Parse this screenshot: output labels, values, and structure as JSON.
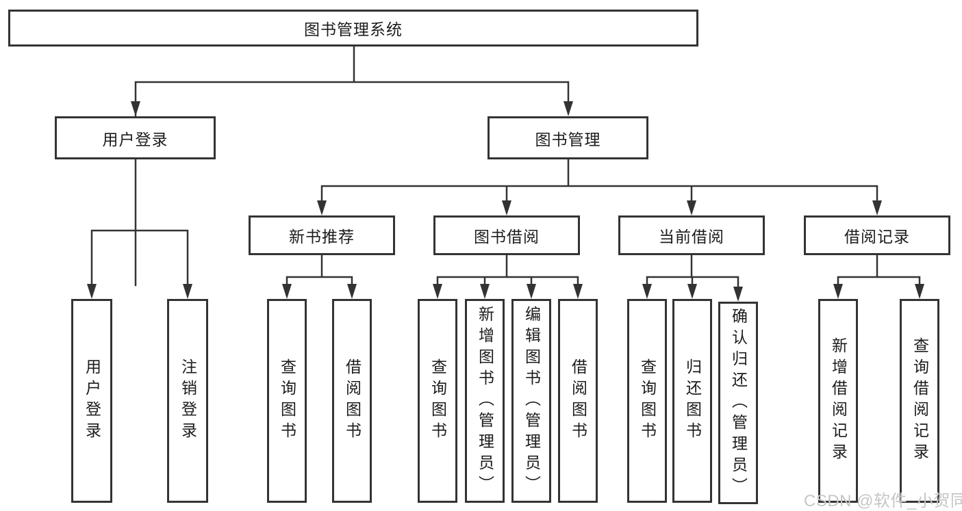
{
  "tree": {
    "root": {
      "label": "图书管理系统"
    },
    "branches": [
      {
        "label": "用户登录",
        "leaves": [
          {
            "label": "用户登录"
          },
          {
            "label": "注销登录"
          }
        ]
      },
      {
        "label": "图书管理",
        "groups": [
          {
            "label": "新书推荐",
            "leaves": [
              {
                "label": "查询图书"
              },
              {
                "label": "借阅图书"
              }
            ]
          },
          {
            "label": "图书借阅",
            "leaves": [
              {
                "label": "查询图书"
              },
              {
                "label": "新增图书（管理员）"
              },
              {
                "label": "编辑图书（管理员）"
              },
              {
                "label": "借阅图书"
              }
            ]
          },
          {
            "label": "当前借阅",
            "leaves": [
              {
                "label": "查询图书"
              },
              {
                "label": "归还图书"
              },
              {
                "label": "确认归还（管理员）"
              }
            ]
          },
          {
            "label": "借阅记录",
            "leaves": [
              {
                "label": "新增借阅记录"
              },
              {
                "label": "查询借阅记录"
              }
            ]
          }
        ]
      }
    ]
  },
  "watermark": {
    "text": "CSDN @软件_小贺同学"
  },
  "colors": {
    "line": "#333333",
    "box_border": "#333333",
    "text": "#1c1c1c",
    "watermark": "#c6c6c6",
    "background": "#ffffff"
  }
}
